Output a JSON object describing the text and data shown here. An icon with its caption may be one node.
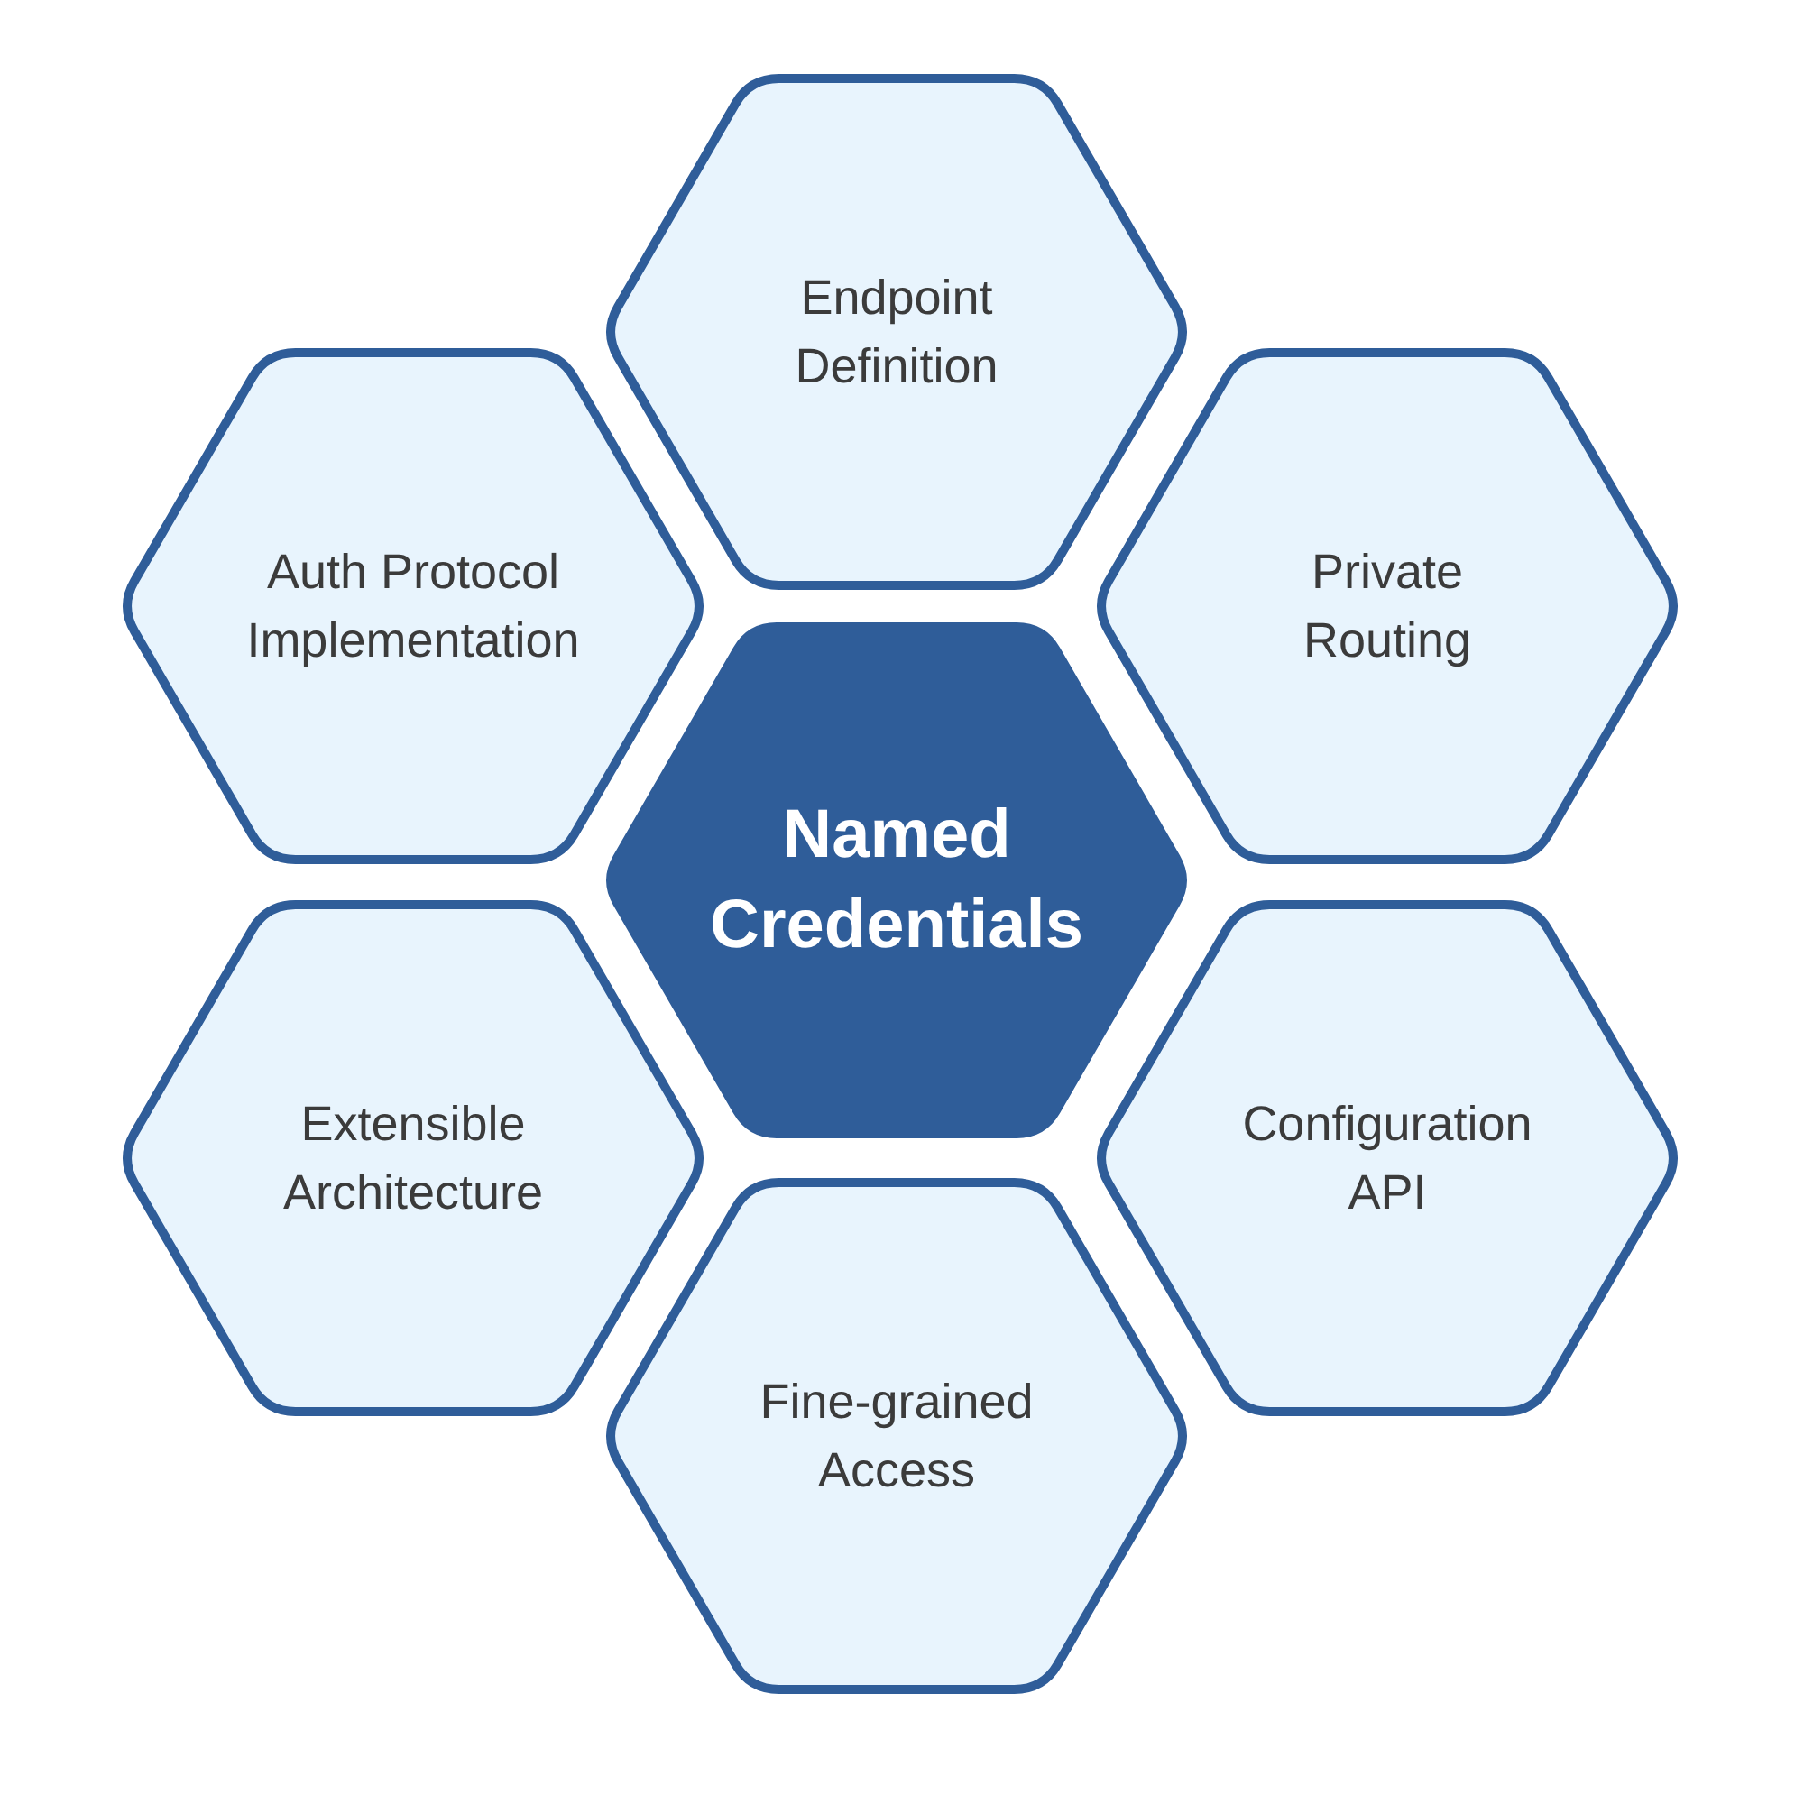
{
  "diagram": {
    "nodes": [
      {
        "text": [
          "Endpoint Definition"
        ]
      },
      {
        "text": [
          "Auth Protocol Implementation"
        ]
      },
      {
        "text": [
          "Private Routing"
        ]
      },
      {
        "text": [
          "Named Credentials"
        ]
      },
      {
        "text": [
          "Extensible Architecture"
        ]
      },
      {
        "text": [
          "Configuration API"
        ]
      },
      {
        "text": [
          "Fine-grained Access"
        ]
      }
    ]
  }
}
